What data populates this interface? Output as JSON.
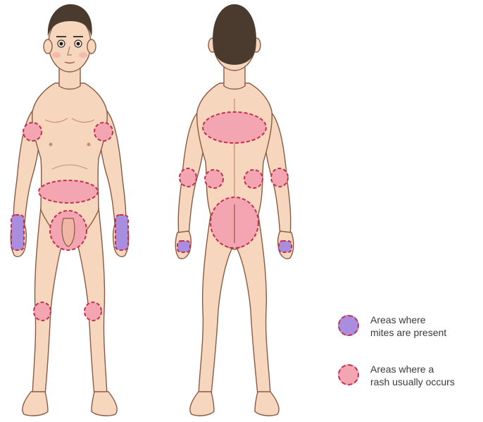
{
  "colors": {
    "mite": "#a98ee0",
    "rash": "#f4a5b2",
    "outline": "#c2304e",
    "skin": "#f6d6bd",
    "skin_shade": "#e6b896",
    "hair": "#4b3a2e",
    "line": "#8a5a44"
  },
  "legend": {
    "mites": {
      "line1": "Areas where",
      "line2": "mites are present",
      "icon": "dashed-purple-circle"
    },
    "rash": {
      "line1": "Areas where a",
      "line2": "rash usually occurs",
      "icon": "dashed-pink-circle"
    }
  },
  "figures": {
    "front": {
      "mite_areas": [
        "left-wrist",
        "right-wrist"
      ],
      "rash_areas": [
        "left-armpit",
        "right-armpit",
        "waist",
        "groin",
        "left-knee",
        "right-knee"
      ]
    },
    "back": {
      "mite_areas": [
        "left-wrist",
        "right-wrist"
      ],
      "rash_areas": [
        "upper-back",
        "left-elbow",
        "right-elbow",
        "left-lower-back",
        "right-lower-back",
        "buttocks"
      ]
    }
  }
}
